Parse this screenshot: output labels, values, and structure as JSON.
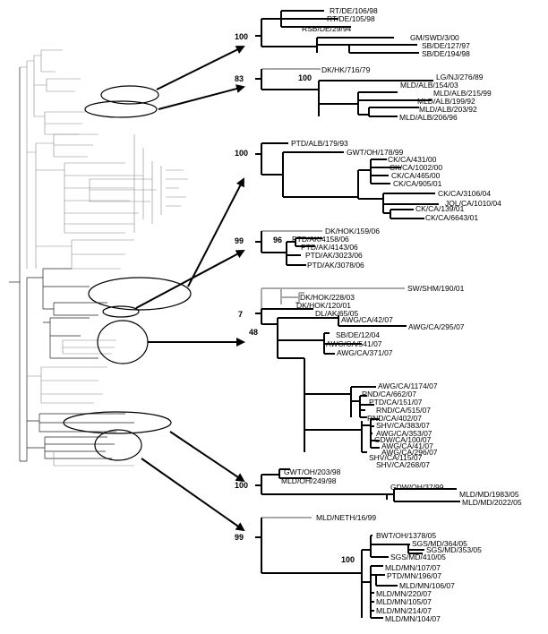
{
  "clades": [
    {
      "id": "c1",
      "bootstrap": [
        "100"
      ],
      "leaves": [
        "RT/DE/106/98",
        "RT/DE/105/98",
        "RSB/DE/29/94",
        "GM/SWD/3/00",
        "SB/DE/127/97",
        "SB/DE/194/98"
      ]
    },
    {
      "id": "c2",
      "bootstrap": [
        "83",
        "100"
      ],
      "leaves": [
        "DK/HK/716/79",
        "LG/NJ/276/89",
        "MLD/ALB/154/03",
        "MLD/ALB/215/99",
        "MLD/ALB/199/92",
        "MLD/ALB/203/92",
        "MLD/ALB/206/96"
      ]
    },
    {
      "id": "c3",
      "bootstrap": [
        "100"
      ],
      "leaves": [
        "PTD/ALB/179/93",
        "GWT/OH/178/99",
        "CK/CA/431/00",
        "CK/CA/1002/00",
        "CK/CA/465/00",
        "CK/CA/905/01",
        "CK/CA/3106/04",
        "JQL/CA/1010/04",
        "CK/CA/139/01",
        "CK/CA/6643/01"
      ]
    },
    {
      "id": "c4",
      "bootstrap": [
        "99",
        "96"
      ],
      "leaves": [
        "DK/HOK/159/06",
        "PTD/AK/4158/06",
        "PTD/AK/4143/06",
        "PTD/AK/3023/06",
        "PTD/AK/3078/06"
      ]
    },
    {
      "id": "c5",
      "bootstrap": [
        "7",
        "48"
      ],
      "leaves": [
        "SW/SHM/190/01",
        "DK/HOK/228/03",
        "DK/HOK/120/01",
        "DL/AK/65/05",
        "AWG/CA/42/07",
        "AWG/CA/295/07",
        "SB/DE/12/04",
        "AWG/CA/541/07",
        "AWG/CA/371/07",
        "AWG/CA/1174/07",
        "RND/CA/662/07",
        "PTD/CA/151/07",
        "RND/CA/515/07",
        "RND/CA/402/07",
        "SHV/CA/383/07",
        "AWG/CA/353/07",
        "GDW/CA/100/07",
        "AWG/CA/41/07",
        "AWG/CA/296/07",
        "SHV/CA/115/07",
        "SHV/CA/268/07"
      ]
    },
    {
      "id": "c6",
      "bootstrap": [
        "100"
      ],
      "leaves": [
        "GWT/OH/203/98",
        "MLD/OH/249/98",
        "GDW/OH/37/99",
        "MLD/MD/1983/05",
        "MLD/MD/2022/05"
      ]
    },
    {
      "id": "c7",
      "bootstrap": [
        "99",
        "100"
      ],
      "leaves": [
        "MLD/NETH/16/99",
        "BWT/OH/1378/05",
        "SGS/MD/364/05",
        "SGS/MD/353/05",
        "SGS/MD/410/05",
        "MLD/MN/107/07",
        "PTD/MN/196/07",
        "MLD/MN/106/07",
        "MLD/MN/220/07",
        "MLD/MN/105/07",
        "MLD/MN/214/07",
        "MLD/MN/104/07"
      ]
    }
  ]
}
